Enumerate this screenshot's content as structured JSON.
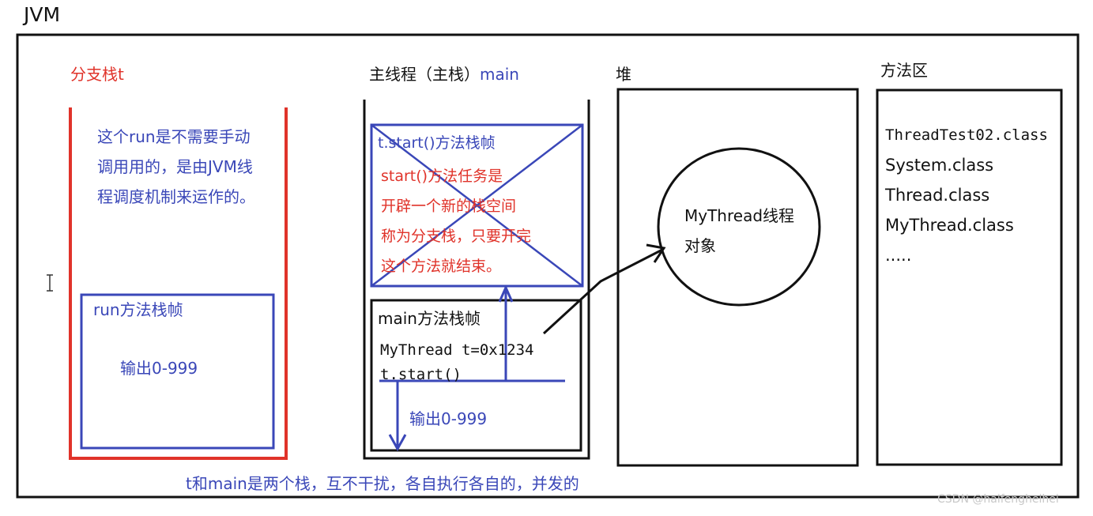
{
  "title": "JVM",
  "colors": {
    "red": "#e0332a",
    "blue": "#3a47b8",
    "black": "#111111"
  },
  "branch_stack": {
    "heading": "分支栈t",
    "note_lines": [
      "这个run是不需要手动",
      "调用用的，是由JVM线",
      "程调度机制来运作的。"
    ],
    "frame_label": "run方法栈帧",
    "frame_output": "输出0-999"
  },
  "main_stack": {
    "heading_prefix": "主线程（主栈）",
    "heading_suffix": "main",
    "start_frame_label": "t.start()方法栈帧",
    "start_frame_lines": [
      "start()方法任务是",
      "开辟一个新的栈空间",
      "称为分支栈，只要开完",
      "这个方法就结束。"
    ],
    "main_frame_label": "main方法栈帧",
    "code_lines": [
      "MyThread t=0x1234",
      "t.start()"
    ],
    "output": "输出0-999"
  },
  "heap": {
    "heading": "堆",
    "object_lines": [
      "MyThread线程",
      "对象"
    ]
  },
  "method_area": {
    "heading": "方法区",
    "classes": [
      "ThreadTest02.class",
      "System.class",
      "Thread.class",
      "MyThread.class",
      "....."
    ]
  },
  "footer_note": "t和main是两个栈，互不干扰，各自执行各自的，并发的",
  "watermark": "CSDN @haifengheihei"
}
